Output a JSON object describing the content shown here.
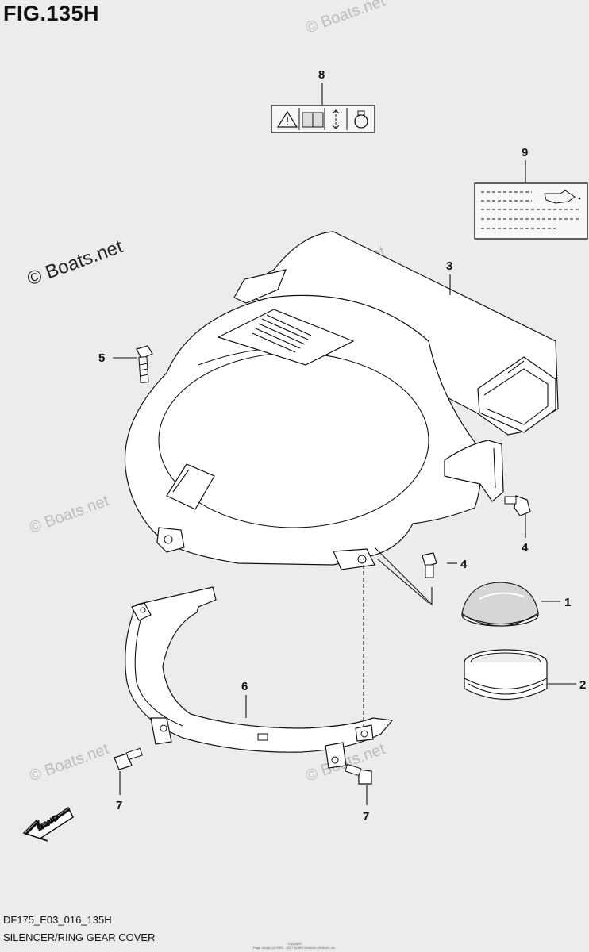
{
  "figure": {
    "title": "FIG.135H",
    "code": "DF175_E03_016_135H",
    "name": "SILENCER/RING GEAR COVER",
    "copyright_line1": "Copyright",
    "copyright_line2": "Page design (c) 2004 - 2017 by ARI Network Services, Inc."
  },
  "watermark": {
    "text": "© Boats.net"
  },
  "callouts": [
    {
      "id": "c1",
      "label": "1",
      "part": "silencer screen"
    },
    {
      "id": "c2",
      "label": "2",
      "part": "silencer ring"
    },
    {
      "id": "c3",
      "label": "3",
      "part": "silencer"
    },
    {
      "id": "c4",
      "label": "4",
      "part": "bolt"
    },
    {
      "id": "c5",
      "label": "5",
      "part": "bolt"
    },
    {
      "id": "c6",
      "label": "6",
      "part": "ring gear cover"
    },
    {
      "id": "c7a",
      "label": "7",
      "part": "bolt"
    },
    {
      "id": "c7b",
      "label": "7",
      "part": "bolt"
    },
    {
      "id": "c8",
      "label": "8",
      "part": "label"
    },
    {
      "id": "c9",
      "label": "9",
      "part": "label"
    }
  ],
  "fwd_arrow": {
    "text": "FWD"
  },
  "colors": {
    "background": "#ececec",
    "line": "#111111",
    "watermark": "#bdbdbd"
  }
}
